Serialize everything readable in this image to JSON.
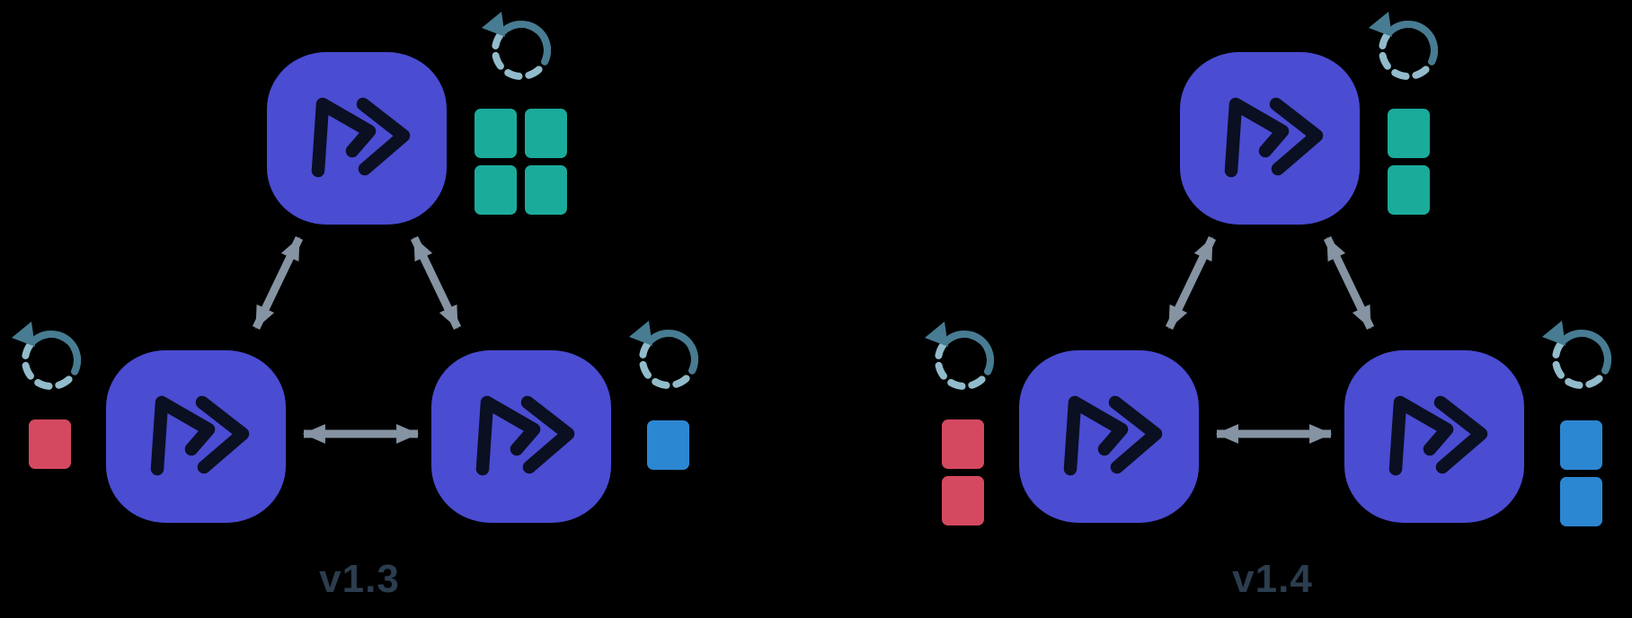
{
  "colors": {
    "background": "#000000",
    "node": "#4A4CD2",
    "node_glyph": "#0A0F22",
    "arrow": "#8593A2",
    "sync_solid": "#477C92",
    "sync_dash": "#92BCCB",
    "label_text": "#2B3D4E",
    "teal": "#1BAB9B",
    "red": "#D54960",
    "blue": "#2C87D2"
  },
  "clusters": [
    {
      "label": "v1.3",
      "edges": [
        "top<->bottom-left",
        "top<->bottom-right",
        "bottom-left<->bottom-right"
      ],
      "nodes": [
        {
          "position": "top",
          "icon": "fast-forward-logo",
          "sync_icon": "sync-refresh",
          "replicas": {
            "color_name": "teal",
            "hex": "#1BAB9B",
            "rows": 2,
            "cols": 2
          }
        },
        {
          "position": "bottom-left",
          "icon": "fast-forward-logo",
          "sync_icon": "sync-refresh",
          "replicas": {
            "color_name": "red",
            "hex": "#D54960",
            "rows": 1,
            "cols": 1
          }
        },
        {
          "position": "bottom-right",
          "icon": "fast-forward-logo",
          "sync_icon": "sync-refresh",
          "replicas": {
            "color_name": "blue",
            "hex": "#2C87D2",
            "rows": 1,
            "cols": 1
          }
        }
      ]
    },
    {
      "label": "v1.4",
      "edges": [
        "top<->bottom-left",
        "top<->bottom-right",
        "bottom-left<->bottom-right"
      ],
      "nodes": [
        {
          "position": "top",
          "icon": "fast-forward-logo",
          "sync_icon": "sync-refresh",
          "replicas": {
            "color_name": "teal",
            "hex": "#1BAB9B",
            "rows": 2,
            "cols": 1
          }
        },
        {
          "position": "bottom-left",
          "icon": "fast-forward-logo",
          "sync_icon": "sync-refresh",
          "replicas": {
            "color_name": "red",
            "hex": "#D54960",
            "rows": 2,
            "cols": 1
          }
        },
        {
          "position": "bottom-right",
          "icon": "fast-forward-logo",
          "sync_icon": "sync-refresh",
          "replicas": {
            "color_name": "blue",
            "hex": "#2C87D2",
            "rows": 2,
            "cols": 1
          }
        }
      ]
    }
  ]
}
